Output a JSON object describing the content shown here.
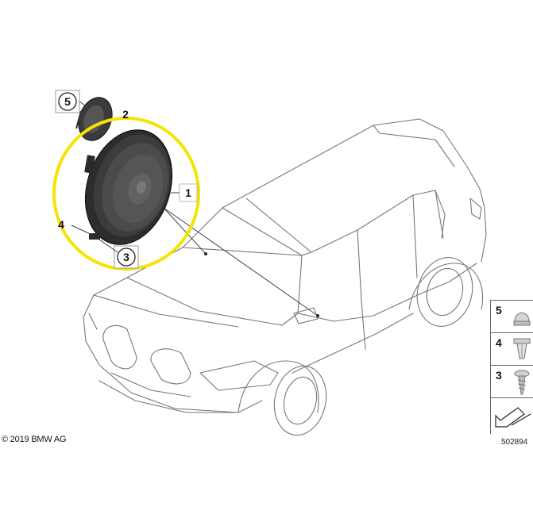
{
  "callouts": {
    "c1": "1",
    "c2": "2",
    "c3": "3",
    "c4": "4",
    "c5": "5"
  },
  "legend": {
    "items": [
      {
        "number": "5",
        "icon": "cap-nut-icon"
      },
      {
        "number": "4",
        "icon": "expanding-rivet-icon"
      },
      {
        "number": "3",
        "icon": "tapping-screw-icon"
      }
    ],
    "corner_icon": "arrow-icon"
  },
  "footer": {
    "copyright": "© 2019 BMW AG",
    "diagram_id": "502894"
  },
  "colors": {
    "highlight": "#f5e400",
    "line": "#555555"
  }
}
